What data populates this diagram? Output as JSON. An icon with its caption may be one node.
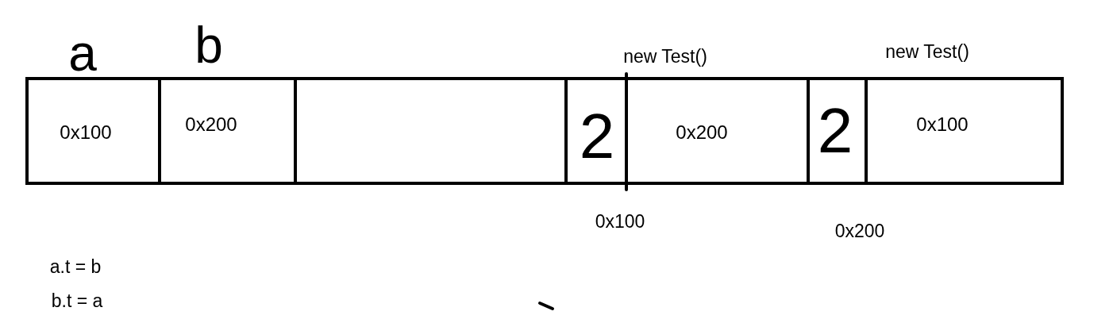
{
  "diagram": {
    "nodes": [
      {
        "text": [],
        "shape": "box"
      },
      {
        "text": [
          "0x100"
        ],
        "in": 0,
        "beside": [
          "a"
        ]
      },
      {
        "text": [
          "0x200"
        ],
        "in": 0,
        "beside": [
          "b"
        ]
      },
      {
        "text": [],
        "shape": "box",
        "in": 0
      },
      {
        "text": [
          "2"
        ],
        "in": 0
      },
      {
        "text": [
          "0x200"
        ],
        "in": 0
      },
      {
        "text": [
          "2"
        ],
        "in": 0
      },
      {
        "text": [
          "0x100"
        ],
        "in": 0
      }
    ],
    "labels": [
      "new Test()",
      "new Test()",
      "0x100",
      "0x200",
      "a.t = b",
      "b.t = a"
    ]
  }
}
